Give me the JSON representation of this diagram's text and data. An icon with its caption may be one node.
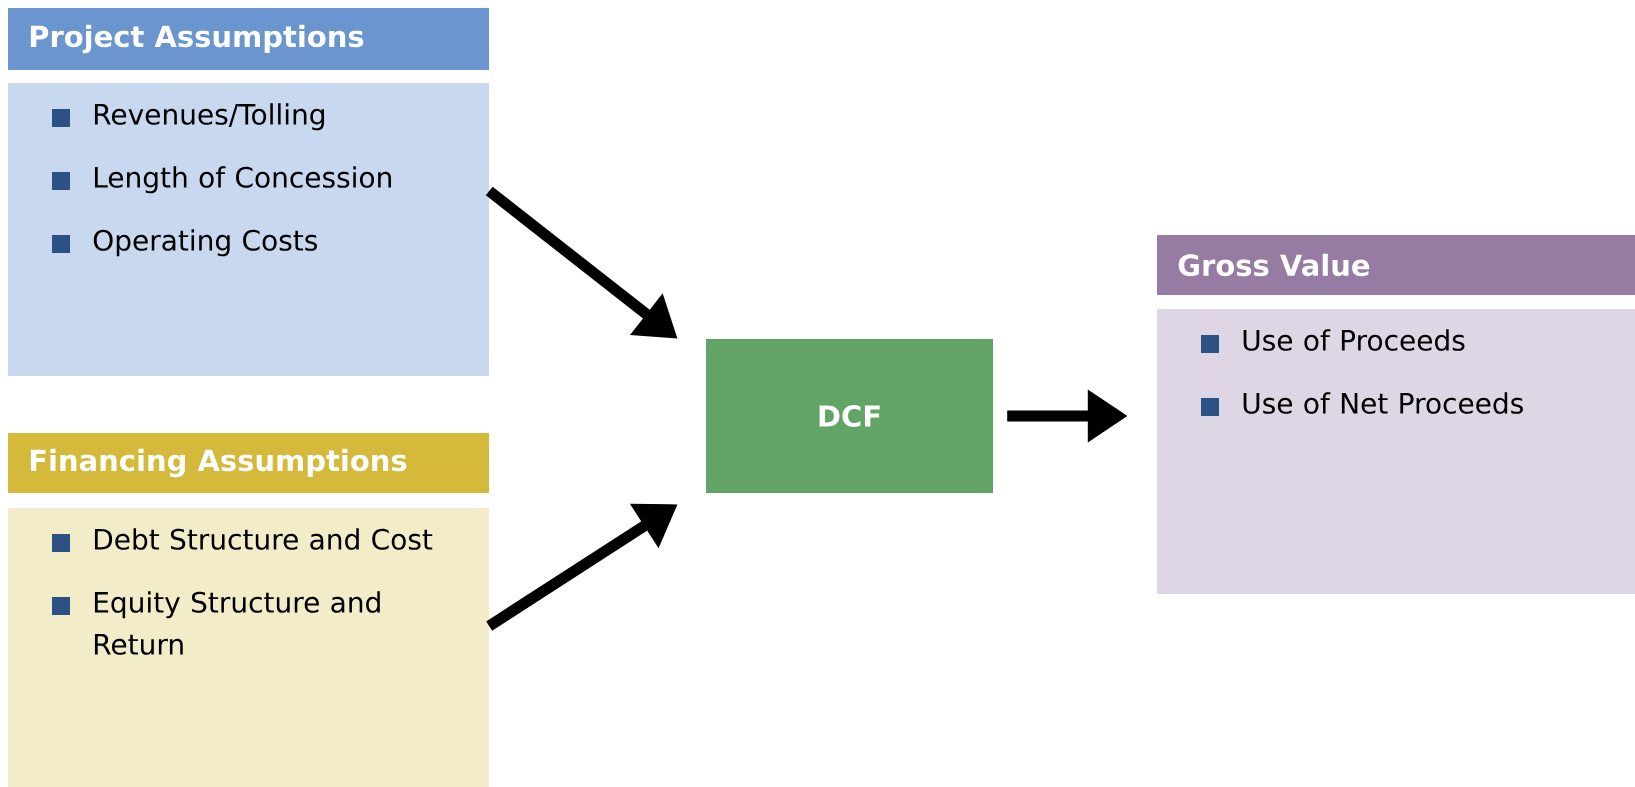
{
  "diagram": {
    "nodes": [
      {
        "text": [
          "Project Assumptions",
          "Revenues/Tolling",
          "Length of Concession",
          "Operating Costs"
        ]
      },
      {
        "text": [
          "Financing Assumptions",
          "Debt Structure and Cost",
          "Equity Structure and Return"
        ]
      },
      {
        "text": [
          "DCF"
        ]
      },
      {
        "text": [
          "Gross Value",
          "Use of Proceeds",
          "Use of Net Proceeds"
        ]
      }
    ],
    "edges": [
      {
        "from": 0,
        "to": 2,
        "arrow": "to"
      },
      {
        "from": 1,
        "to": 2,
        "arrow": "to"
      },
      {
        "from": 2,
        "to": 3,
        "arrow": "to"
      }
    ]
  }
}
